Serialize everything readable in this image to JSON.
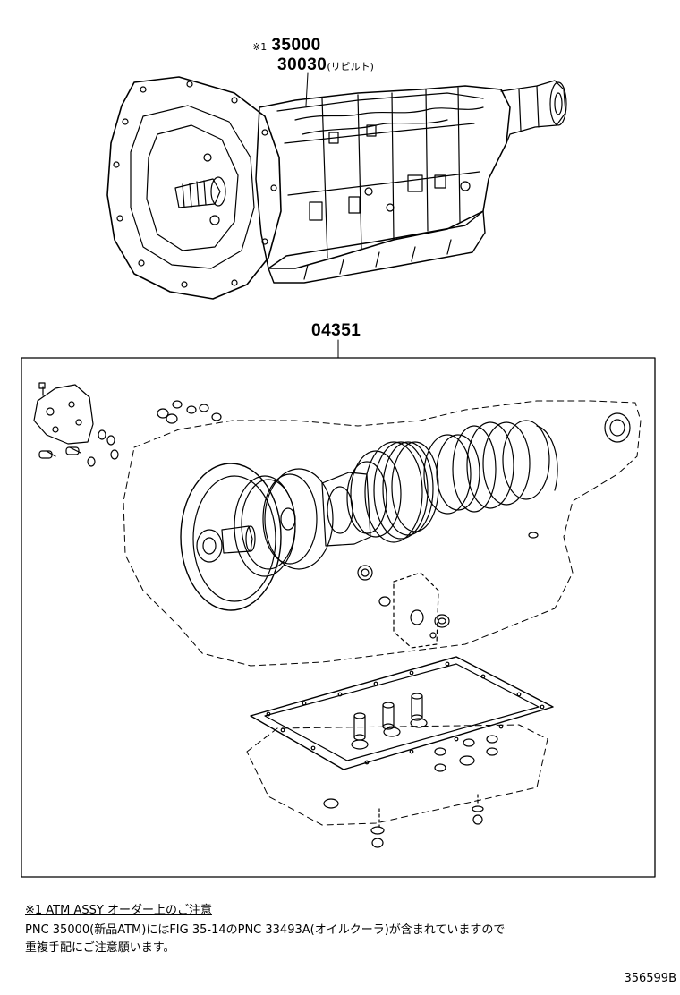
{
  "callouts": {
    "assy_mark": "※1",
    "assy_pnc_new": "35000",
    "assy_pnc_rebuilt": "30030",
    "rebuilt_label": "(リビルト)",
    "kit_pnc": "04351"
  },
  "notes": {
    "title": "※1 ATM ASSY オーダー上のご注意",
    "line1": "PNC 35000(新品ATM)にはFIG 35-14のPNC 33493A(オイルクーラ)が含まれていますので",
    "line2": "重複手配にご注意願います。"
  },
  "figure_number": "356599B"
}
